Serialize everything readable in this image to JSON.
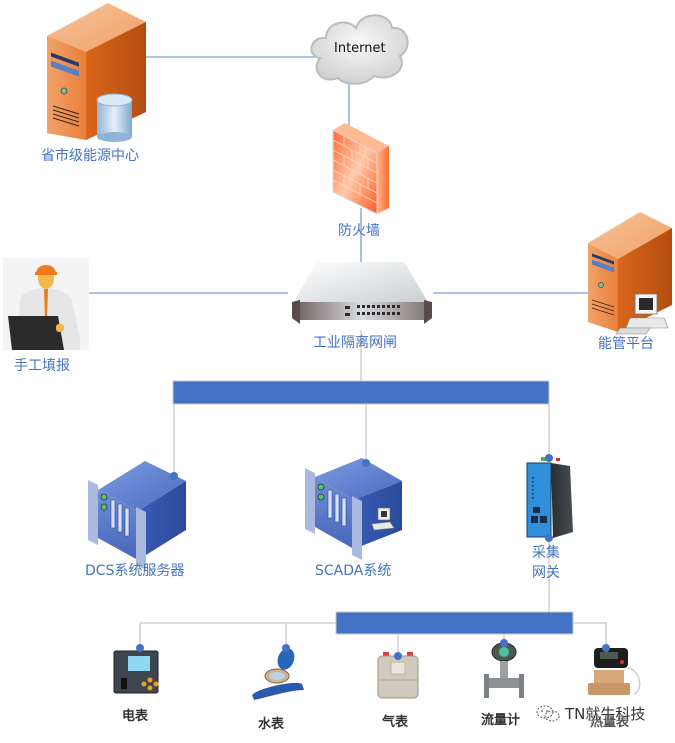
{
  "diagram": {
    "colors": {
      "line": "#7f9fd6",
      "bus": "#4472c4",
      "bus_border": "#c8c8c8",
      "connector": "#c8c8c8",
      "dot": "#4472c4",
      "label": "#4472c4",
      "server_orange": "#e8803a",
      "firewall": "#f06030",
      "rack_blue": "#3d63b5"
    },
    "nodes": {
      "internet": {
        "label": "Internet",
        "icon": "cloud-icon"
      },
      "provincial_center": {
        "label": "省市级能源中心",
        "icon": "server-database-icon"
      },
      "firewall": {
        "label": "防火墙",
        "icon": "firewall-icon"
      },
      "manual_entry": {
        "label": "手工填报",
        "icon": "worker-laptop-icon"
      },
      "gateway_isolation": {
        "label": "工业隔离网闸",
        "icon": "network-appliance-icon"
      },
      "energy_platform": {
        "label": "能管平台",
        "icon": "server-workstation-icon"
      },
      "dcs_server": {
        "label": "DCS系统服务器",
        "icon": "rack-server-icon"
      },
      "scada": {
        "label": "SCADA系统",
        "icon": "rack-server-workstation-icon"
      },
      "collector_gateway": {
        "label_line1": "采集",
        "label_line2": "网关",
        "icon": "din-rail-gateway-icon"
      }
    },
    "meters": [
      {
        "label": "电表",
        "icon": "electric-meter-icon"
      },
      {
        "label": "水表",
        "icon": "water-meter-icon"
      },
      {
        "label": "气表",
        "icon": "gas-meter-icon"
      },
      {
        "label": "流量计",
        "icon": "flow-meter-icon"
      },
      {
        "label": "热量表",
        "icon": "heat-meter-icon"
      }
    ],
    "watermark": {
      "text": "TN就牛科技",
      "icon": "wechat-icon"
    }
  }
}
